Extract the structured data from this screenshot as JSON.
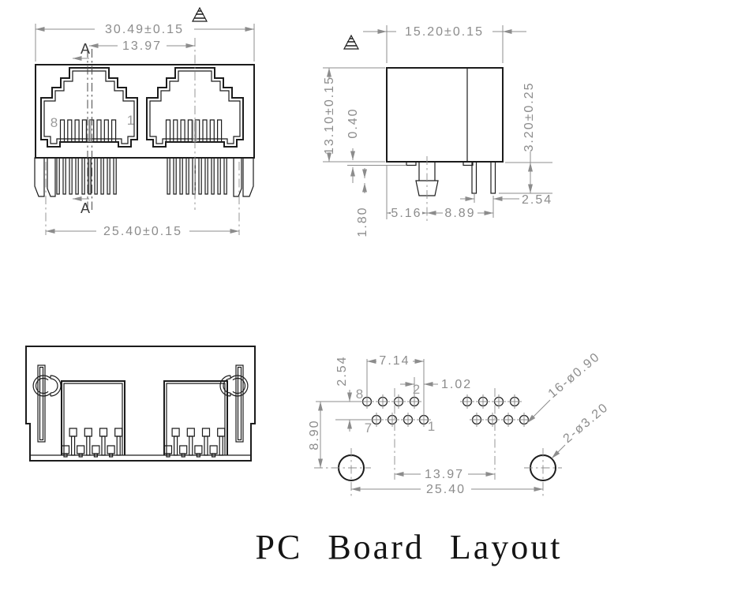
{
  "title": "PC Board Layout",
  "colors": {
    "line": "#1c1c1c",
    "dim": "#8c8c8c"
  },
  "front_view": {
    "dim_overall_width": "30.49±0.15",
    "dim_port_pitch": "13.97",
    "dim_pin_row_span": "25.40±0.15",
    "section_a_top": "A",
    "section_a_bottom": "A",
    "pin8_label": "8",
    "pin1_label": "1"
  },
  "side_view": {
    "dim_depth": "15.20±0.15",
    "dim_height": "13.10±0.15",
    "dim_standoff": "0.40",
    "dim_pin_length": "3.20±0.25",
    "dim_post_width": "1.80",
    "dim_post_offset": "5.16",
    "dim_post_to_pin": "8.89",
    "dim_pin_pitch": "2.54"
  },
  "pcb_layout": {
    "dim_pin_span": "7.14",
    "dim_stagger": "1.02",
    "dim_row_pitch": "2.54",
    "dim_row_to_mount": "8.90",
    "dim_group_pitch": "13.97",
    "dim_mount_pitch": "25.40",
    "callout_pin_holes": "16-ø0.90",
    "callout_mount_holes": "2-ø3.20",
    "pin8_label": "8",
    "pin2_label": "2",
    "pin7_label": "7",
    "pin1_label": "1"
  }
}
